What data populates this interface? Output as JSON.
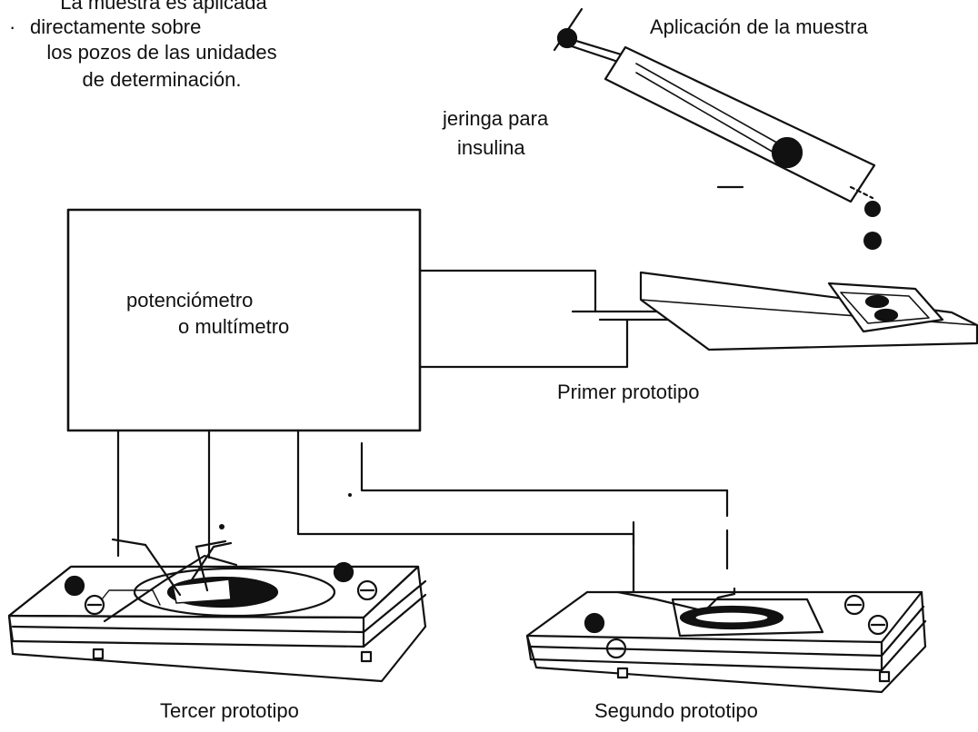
{
  "labels": {
    "note_lines": [
      "La muestra es aplicada",
      "directamente  sobre",
      "los pozos de las unidades",
      "de determinación."
    ],
    "sample_application": "Aplicación de la muestra",
    "syringe_lines": [
      "jeringa para",
      "insulina"
    ],
    "meter_lines": [
      "potenciómetro",
      "o multímetro"
    ],
    "first_prototype": "Primer prototipo",
    "third_prototype": "Tercer prototipo",
    "second_prototype": "Segundo prototipo"
  },
  "colors": {
    "ink": "#111111",
    "background": "#ffffff"
  }
}
